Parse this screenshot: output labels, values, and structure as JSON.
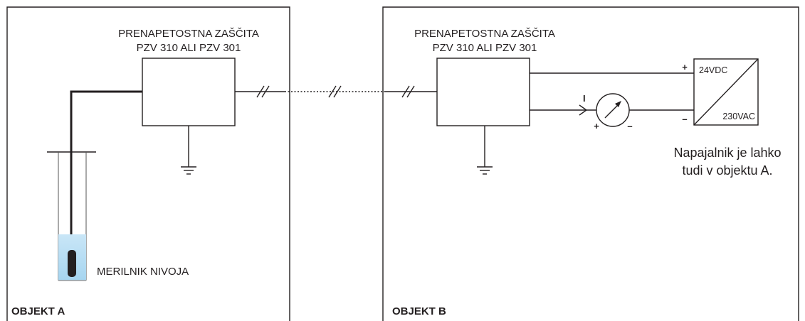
{
  "objects": {
    "a_label": "OBJEKT A",
    "b_label": "OBJEKT B"
  },
  "protector_a": {
    "line1": "PRENAPETOSTNA ZAŠČITA",
    "line2": "PZV 310 ALI PZV 301"
  },
  "protector_b": {
    "line1": "PRENAPETOSTNA ZAŠČITA",
    "line2": "PZV 310 ALI PZV 301"
  },
  "sensor": {
    "label": "MERILNIK NIVOJA"
  },
  "power_supply": {
    "output_label": "24VDC",
    "input_label": "230VAC",
    "plus_sign": "+",
    "minus_sign": "–"
  },
  "ammeter": {
    "current_label": "I",
    "plus_sign": "+",
    "minus_sign": "–"
  },
  "note": {
    "line1": "Napajalnik je lahko",
    "line2": "tudi v objektu A."
  },
  "colors": {
    "line": "#231f20",
    "water_top": "#b7dcf3",
    "water_bottom": "#9fd0ee",
    "sensor_body": "#231f20",
    "pipe": "#8a8a8a"
  }
}
